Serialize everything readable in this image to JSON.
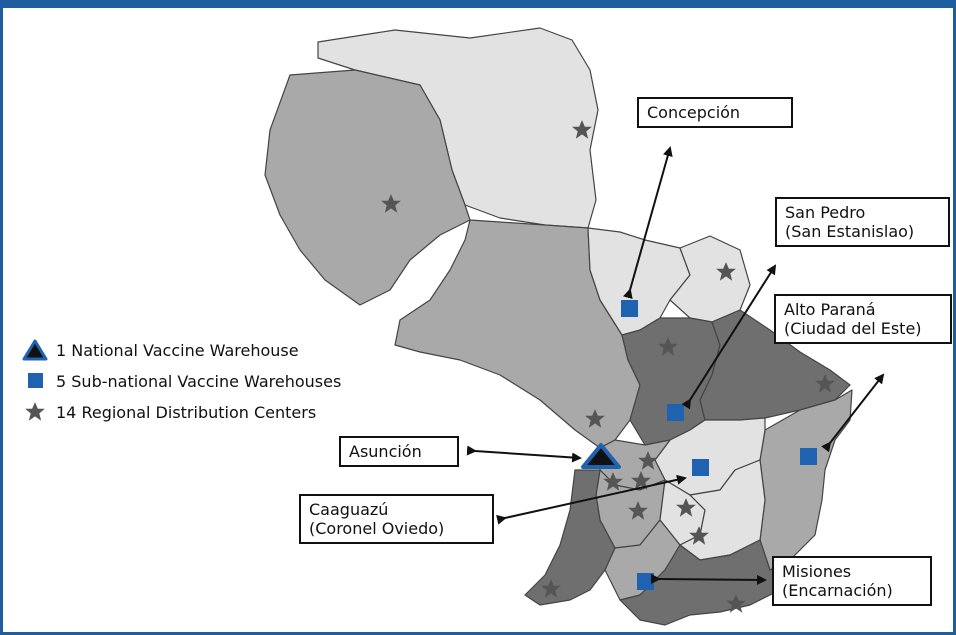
{
  "legend": [
    {
      "symbol": "triangle",
      "text": "1 National Vaccine Warehouse"
    },
    {
      "symbol": "square",
      "text": "5 Sub-national Vaccine Warehouses"
    },
    {
      "symbol": "star",
      "text": "14 Regional  Distribution Centers"
    }
  ],
  "labels": {
    "concepcion": [
      "Concepción"
    ],
    "san_pedro": [
      "San Pedro",
      "(San Estanislao)"
    ],
    "alto_parana": [
      "Alto Paraná",
      "(Ciudad del Este)"
    ],
    "asuncion": [
      "Asunción"
    ],
    "caaguazu": [
      "Caaguazú",
      "(Coronel Oviedo)"
    ],
    "misiones": [
      "Misiones",
      "(Encarnación)"
    ]
  },
  "colors": {
    "frame": "#1f5e9e",
    "warehouse_blue": "#1f63b0",
    "region_light": "#e2e2e2",
    "region_mid": "#a9a9a9",
    "region_dark": "#6f6f6f",
    "star": "#555555"
  }
}
